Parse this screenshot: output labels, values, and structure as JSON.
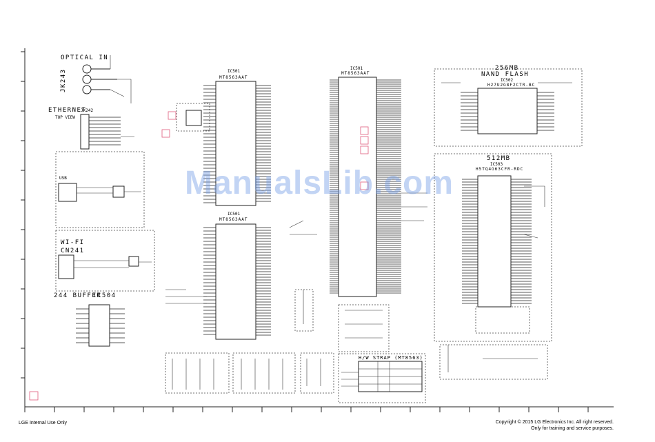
{
  "footer": {
    "left": "LGE Internal Use Only",
    "right_line1": "Copyright © 2015 LG Electronics Inc. All right reserved.",
    "right_line2": "Only for training and service purposes."
  },
  "watermark": "ManualsLib.com",
  "blocks": {
    "optical_in": "OPTICAL IN",
    "optical_ref": "JK243",
    "ethernet": "ETHERNET",
    "ethernet_sub": "TOP VIEW",
    "ethernet_ref": "JK242",
    "usb": "USB",
    "wifi": "WI-FI",
    "wifi_ref": "CN241",
    "buffer": "244 BUFFER",
    "buffer_ref": "IC504",
    "mt1_ref": "IC501",
    "mt1_part": "MT8563AAT",
    "mt2_ref": "IC501",
    "mt2_part": "MT8563AAT",
    "mt3_ref": "IC501",
    "mt3_part": "MT8563AAT",
    "nand_size": "256MB",
    "nand_title": "NAND FLASH",
    "nand_ref": "IC502",
    "nand_part": "H27U2G8F2CTR-BC",
    "ddr_size": "512MB",
    "ddr_ref": "IC503",
    "ddr_part": "H5TQ4G63CFR-RDC",
    "hw_strap": "H/W STRAP (MT8563)"
  },
  "colors": {
    "line": "#222222",
    "box": "#444444",
    "marker": "#e05a7a",
    "watermark": "#78a0e6"
  }
}
